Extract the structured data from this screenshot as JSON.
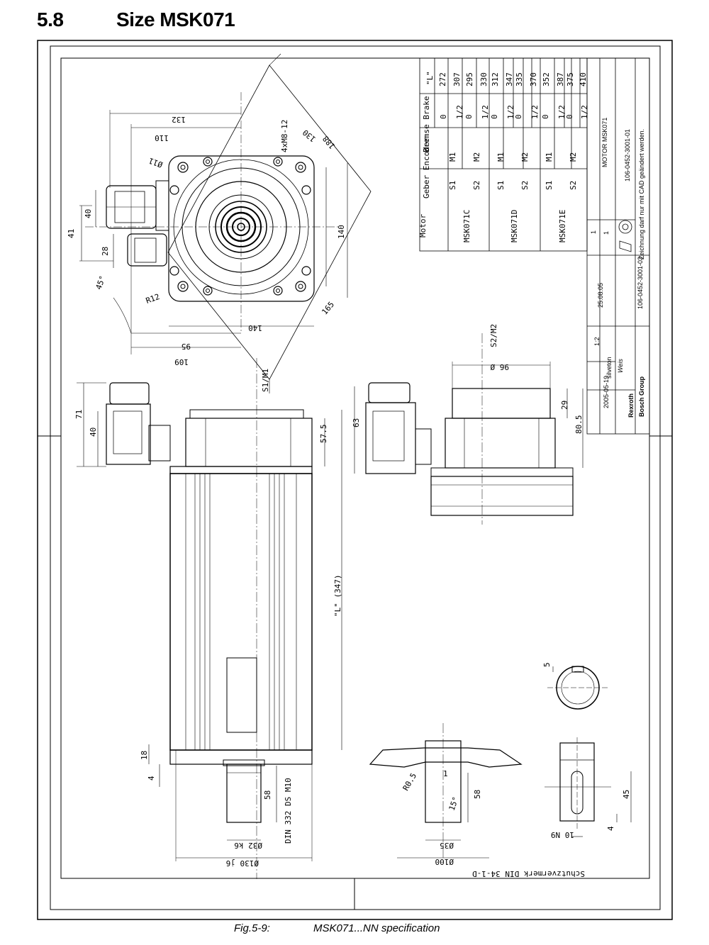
{
  "section": {
    "number": "5.8",
    "title": "Size MSK071"
  },
  "caption": {
    "label": "Fig.5-9:",
    "text": "MSK071...NN specification"
  },
  "table": {
    "headers": {
      "motor": "Motor",
      "encoder": "Geber Encoder",
      "brake": "Bremse Brake",
      "length": "\"L\""
    },
    "rows": [
      {
        "motor": "MSK071C",
        "encoder": "S1",
        "encoder_type": "M1",
        "brakes": [
          "0",
          "1/2"
        ],
        "lengths": [
          "272",
          "307"
        ]
      },
      {
        "motor": "",
        "encoder": "S2",
        "encoder_type": "M2",
        "brakes": [
          "0",
          "1/2"
        ],
        "lengths": [
          "295",
          "330"
        ]
      },
      {
        "motor": "MSK071D",
        "encoder": "S1",
        "encoder_type": "M1",
        "brakes": [
          "0",
          "1/2"
        ],
        "lengths": [
          "312",
          "347"
        ]
      },
      {
        "motor": "",
        "encoder": "S2",
        "encoder_type": "M2",
        "brakes": [
          "0",
          "1/2"
        ],
        "lengths": [
          "335",
          "370"
        ]
      },
      {
        "motor": "MSK071E",
        "encoder": "S1",
        "encoder_type": "M1",
        "brakes": [
          "0",
          "1/2"
        ],
        "lengths": [
          "352",
          "387"
        ]
      },
      {
        "motor": "",
        "encoder": "S2",
        "encoder_type": "M2",
        "brakes": [
          "0",
          "1/2"
        ],
        "lengths": [
          "375",
          "410"
        ]
      }
    ]
  },
  "title_block": {
    "designation": "MOTOR MSK071",
    "drawing_number": "106-0452-3001-01",
    "note": "Zeichnung darf nur mit CAD geändert werden.",
    "scale": "1:2",
    "sheet": "1",
    "sheets": "1",
    "date": "2005-05-19",
    "name": "silveton",
    "checked": "Weis",
    "brand": "Rexroth",
    "group": "Bosch Group",
    "revision_date": "25.08.05",
    "revision_ref": "106-0452-3001-02",
    "standard": "Schutzvermerk DIN 34-1-D"
  },
  "views": {
    "s1_label": "S1/M1",
    "s2_label": "S2/M2",
    "length_label": "\"L\" (347)"
  },
  "dimensions": {
    "d132": "132",
    "d110": "110",
    "d11": "Ø11",
    "d4xm8": "4xM8-12",
    "d130": "130",
    "d188": "188",
    "d140v": "140",
    "d40a": "40",
    "d41": "41",
    "d28": "28",
    "d45": "45°",
    "r12": "R12",
    "d165": "165",
    "d140h": "140",
    "d95": "95",
    "d109": "109",
    "d71": "71",
    "d40b": "40",
    "d57": "57.5",
    "d63": "63",
    "d96": "96 Ø",
    "d29": "29",
    "d80": "80.5",
    "d18": "18",
    "d4a": "4",
    "d58a": "58",
    "din332": "DIN 332 DS M10",
    "d32": "Ø32 k6",
    "d130j": "Ø130 j6",
    "d5": "5",
    "r05": "R0.5",
    "d1": "1",
    "d15": "15°",
    "d58b": "58",
    "d35": "Ø35",
    "d100": "Ø100",
    "d45b": "45",
    "d4b": "4",
    "n9": "10 N9"
  }
}
